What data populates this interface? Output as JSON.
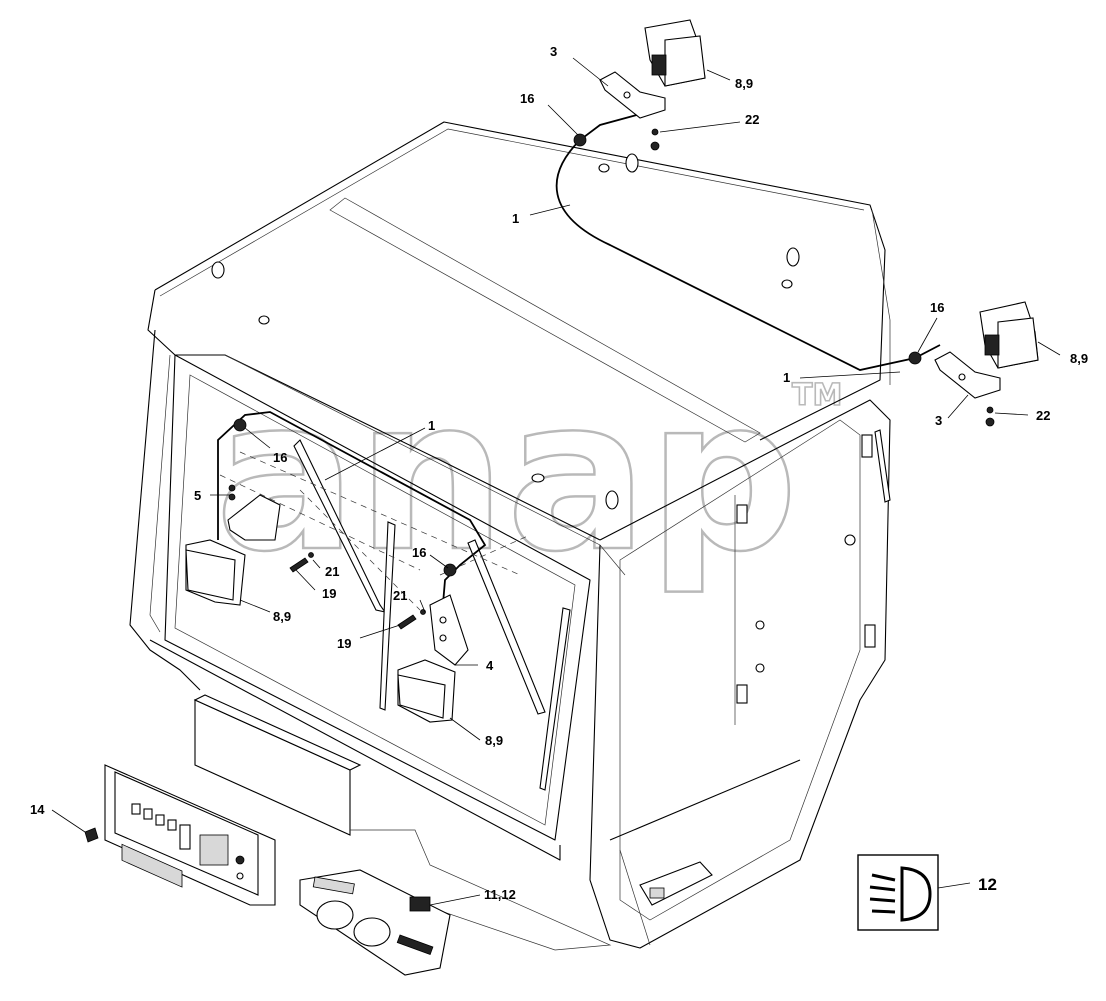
{
  "watermark": {
    "text": "anap",
    "trademark": "TM"
  },
  "callouts": [
    {
      "id": "c3-top",
      "text": "3"
    },
    {
      "id": "c16-top",
      "text": "16"
    },
    {
      "id": "c89-top",
      "text": "8,9"
    },
    {
      "id": "c22-top",
      "text": "22"
    },
    {
      "id": "c1-top",
      "text": "1"
    },
    {
      "id": "c16-right",
      "text": "16"
    },
    {
      "id": "c89-right",
      "text": "8,9"
    },
    {
      "id": "c1-right",
      "text": "1"
    },
    {
      "id": "c3-right",
      "text": "3"
    },
    {
      "id": "c22-right",
      "text": "22"
    },
    {
      "id": "c1-front",
      "text": "1"
    },
    {
      "id": "c16-left",
      "text": "16"
    },
    {
      "id": "c5",
      "text": "5"
    },
    {
      "id": "c21-left",
      "text": "21"
    },
    {
      "id": "c19-left",
      "text": "19"
    },
    {
      "id": "c89-left",
      "text": "8,9"
    },
    {
      "id": "c16-mid",
      "text": "16"
    },
    {
      "id": "c21-mid",
      "text": "21"
    },
    {
      "id": "c19-mid",
      "text": "19"
    },
    {
      "id": "c4",
      "text": "4"
    },
    {
      "id": "c89-mid",
      "text": "8,9"
    },
    {
      "id": "c14",
      "text": "14"
    },
    {
      "id": "c1112",
      "text": "11,12"
    },
    {
      "id": "c12",
      "text": "12"
    }
  ],
  "symbol": {
    "name": "headlight-symbol-icon"
  }
}
